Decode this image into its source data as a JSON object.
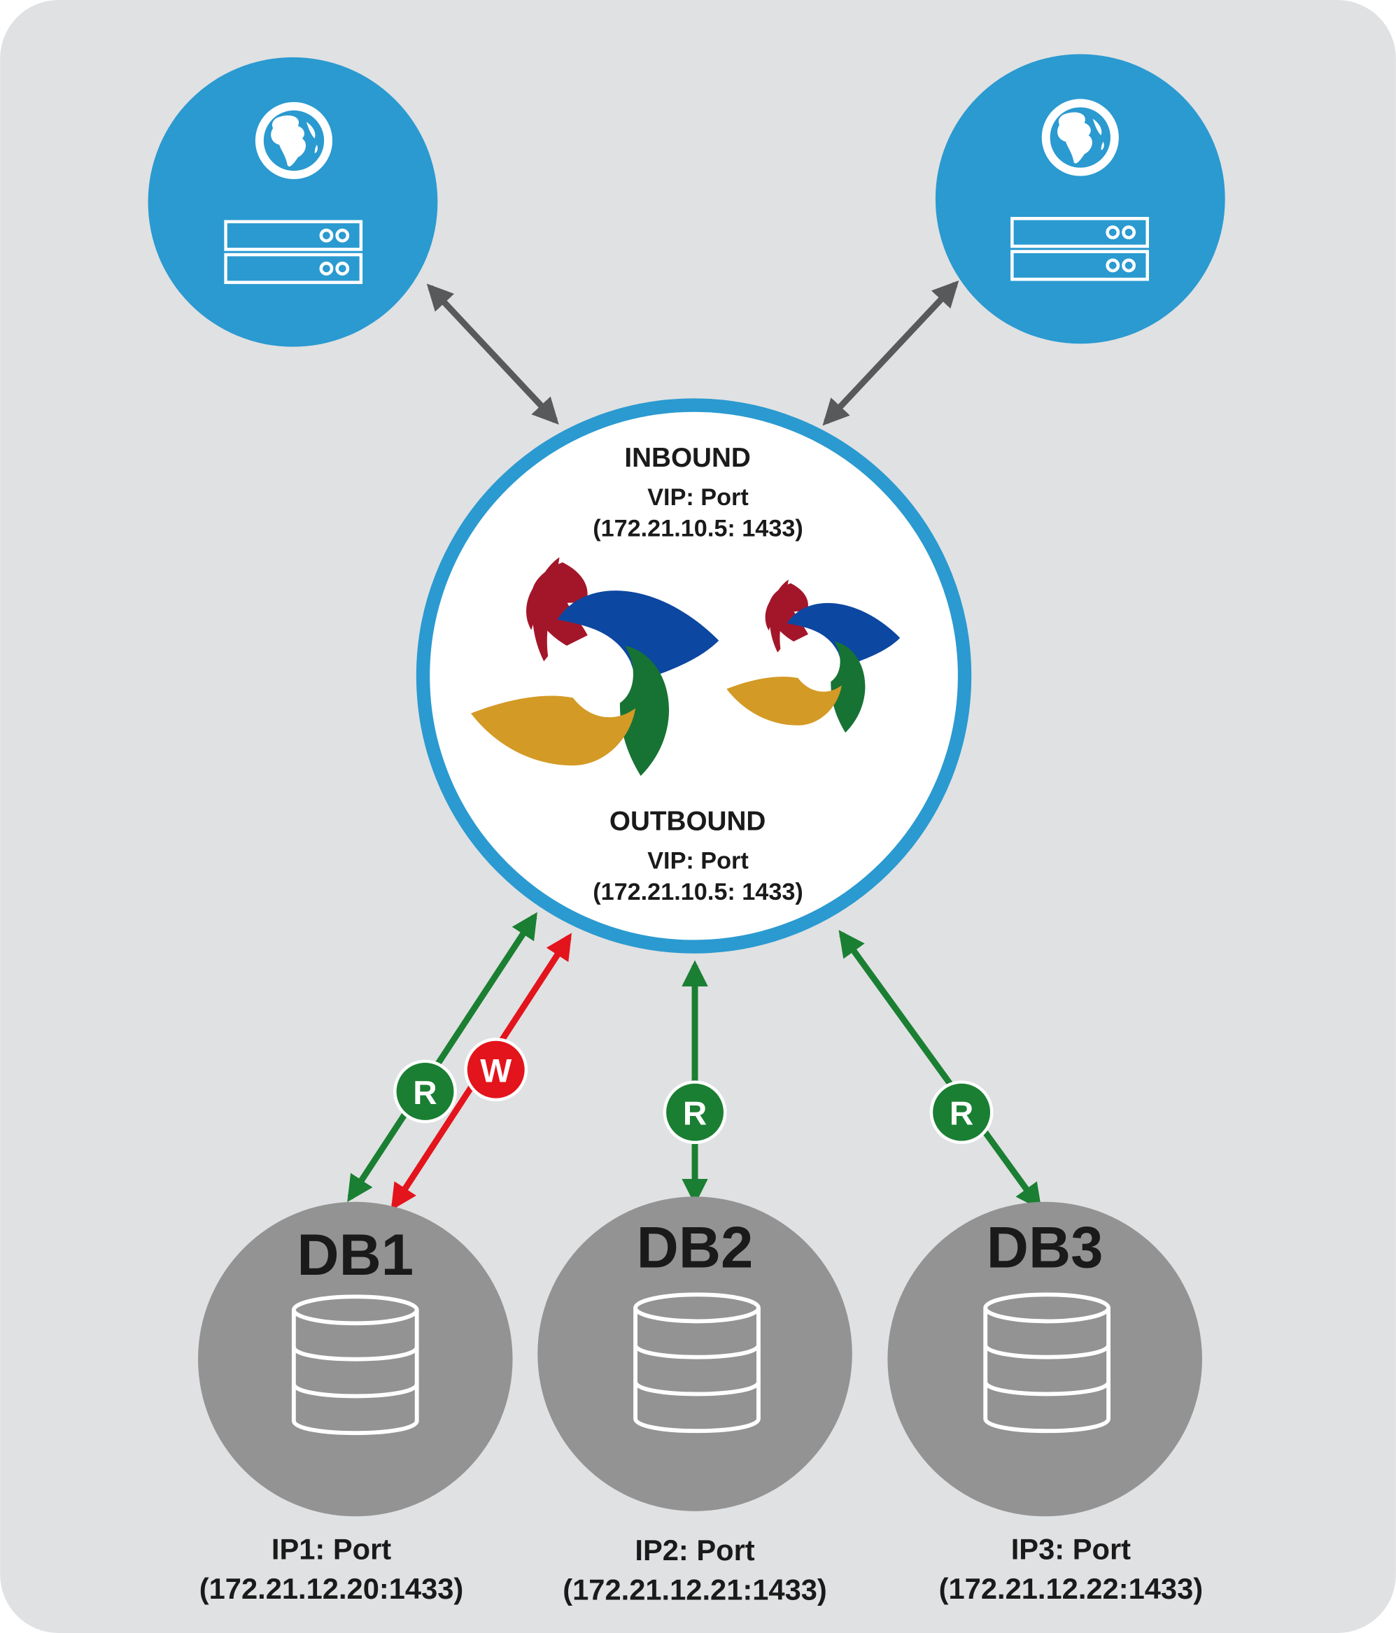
{
  "colors": {
    "background_panel": "#e0e1e3",
    "web_server_fill": "#2a9ad0",
    "hub_border": "#2a9ad0",
    "db_fill": "#939393",
    "arrow_gray": "#58595b",
    "arrow_green": "#1a7f32",
    "arrow_red": "#e3141c",
    "badge_green": "#1a7f32",
    "badge_red": "#e3141c",
    "logo_red": "#a3162a",
    "logo_blue": "#0c47a1",
    "logo_green": "#177334",
    "logo_yellow": "#d39a25"
  },
  "web_servers": [
    {
      "id": "web-server-left",
      "icons": [
        "globe-icon",
        "server-rack-icon"
      ]
    },
    {
      "id": "web-server-right",
      "icons": [
        "globe-icon",
        "server-rack-icon"
      ]
    }
  ],
  "hub": {
    "inbound_title": "INBOUND",
    "inbound_vip": "VIP: Port",
    "inbound_address": "(172.21.10.5: 1433)",
    "outbound_title": "OUTBOUND",
    "outbound_vip": "VIP: Port",
    "outbound_address": "(172.21.10.5: 1433)",
    "logo_icon": "swirl-logo-icon"
  },
  "badges": {
    "read": "R",
    "write": "W"
  },
  "databases": [
    {
      "name": "DB1",
      "ip_label": "IP1: Port",
      "address": "(172.21.12.20:1433)"
    },
    {
      "name": "DB2",
      "ip_label": "IP2: Port",
      "address": "(172.21.12.21:1433)"
    },
    {
      "name": "DB3",
      "ip_label": "IP3: Port",
      "address": "(172.21.12.22:1433)"
    }
  ]
}
